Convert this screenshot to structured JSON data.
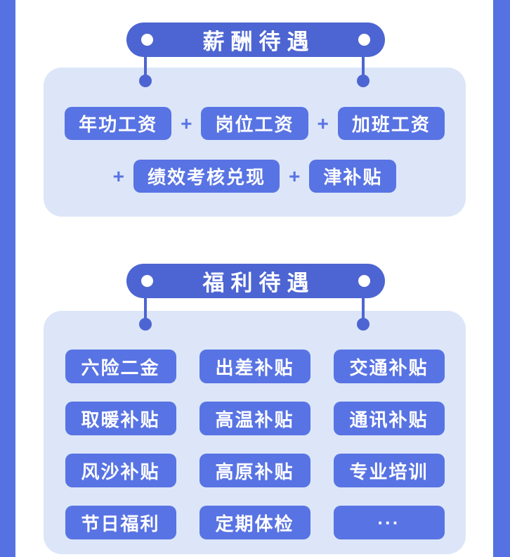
{
  "colors": {
    "edge_bar": "#5671e2",
    "banner": "#4d65d2",
    "tag": "#5873e3",
    "panel_bg": "#dce6f8",
    "plus": "#5873e3",
    "text": "#ffffff"
  },
  "symbols": {
    "plus": "+"
  },
  "salary": {
    "title": "薪酬待遇",
    "buttons": [
      "年功工资",
      "岗位工资",
      "加班工资",
      "绩效考核兑现",
      "津补贴"
    ]
  },
  "welfare": {
    "title": "福利待遇",
    "buttons": [
      "六险二金",
      "出差补贴",
      "交通补贴",
      "取暖补贴",
      "高温补贴",
      "通讯补贴",
      "风沙补贴",
      "高原补贴",
      "专业培训",
      "节日福利",
      "定期体检",
      "···"
    ]
  }
}
